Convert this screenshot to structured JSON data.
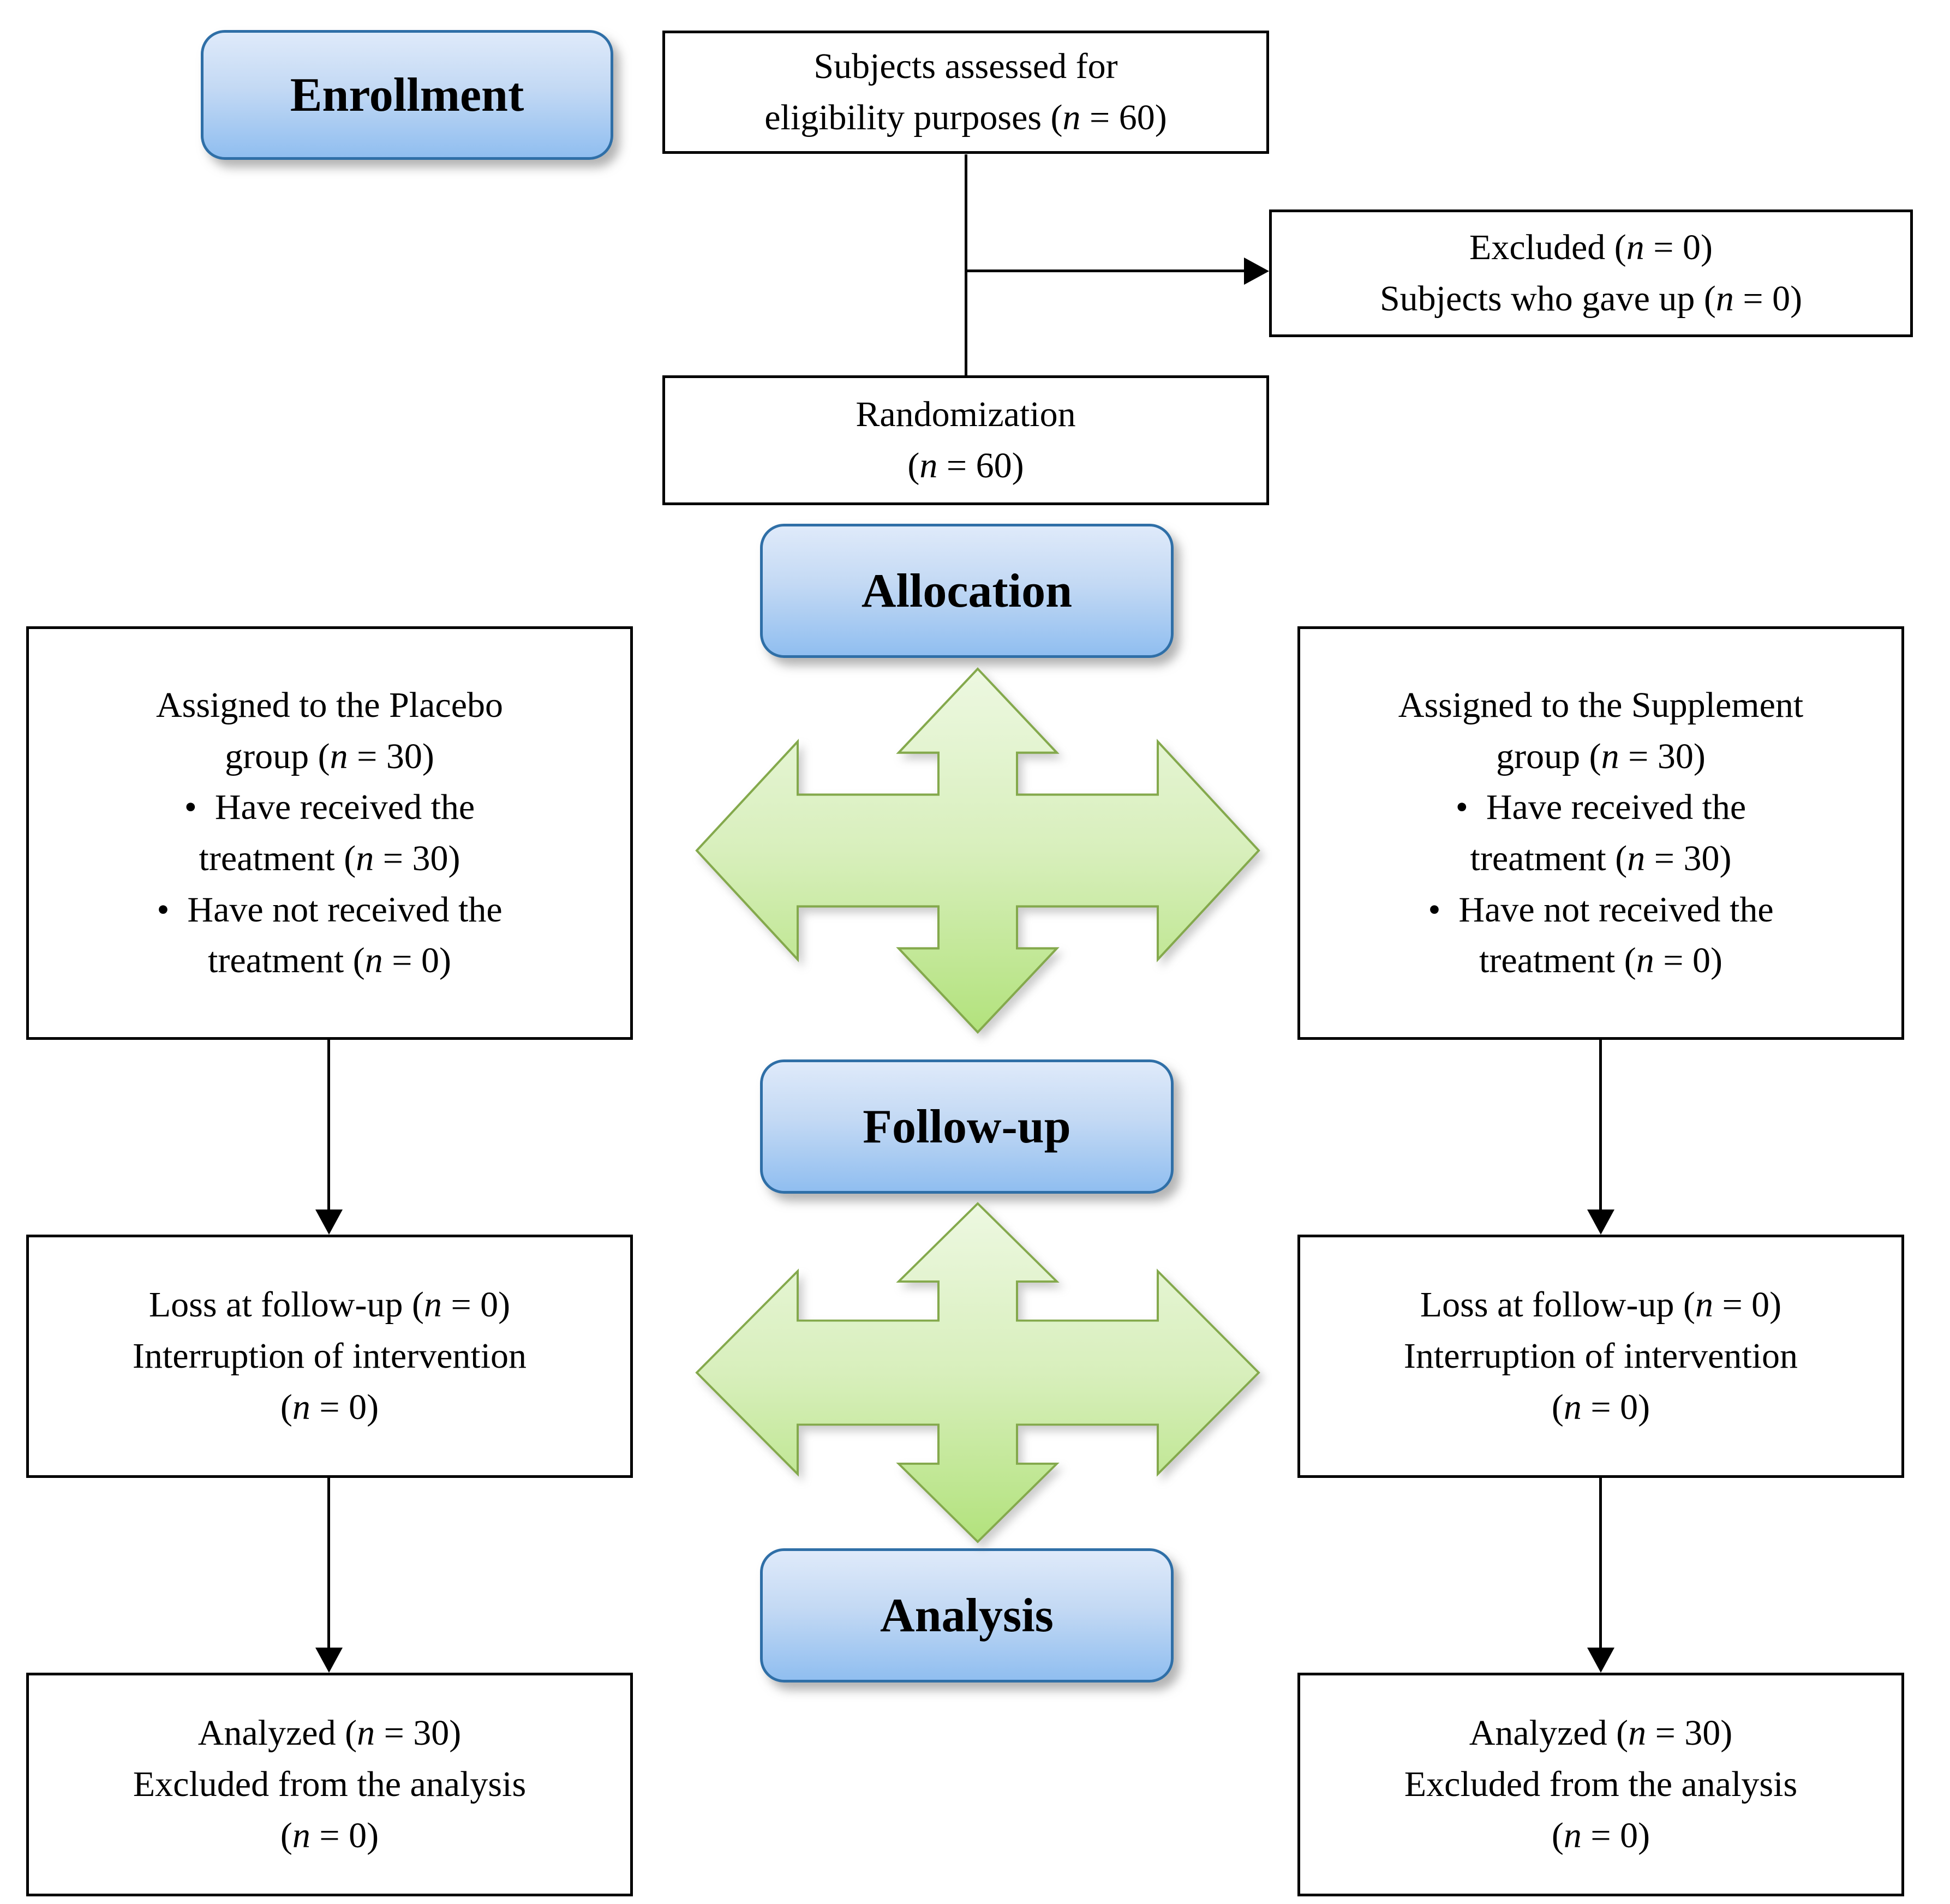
{
  "diagram": {
    "title": "CONSORT participant flow diagram",
    "stages": {
      "enrollment": "Enrollment",
      "allocation": "Allocation",
      "followup": "Follow-up",
      "analysis": "Analysis"
    },
    "boxes": {
      "eligibility": {
        "lines": [
          "Subjects assessed for",
          "eligibility purposes (n = 60)"
        ]
      },
      "excluded": {
        "lines": [
          "Excluded (n = 0)",
          "Subjects who gave up (n = 0)"
        ]
      },
      "randomization": {
        "lines": [
          "Randomization",
          "(n = 60)"
        ]
      },
      "placebo": {
        "lines": [
          "Assigned to the Placebo",
          "group (n = 30)",
          "•  Have received the",
          "treatment (n = 30)",
          "•  Have not received the",
          "treatment (n = 0)"
        ]
      },
      "supplement": {
        "lines": [
          "Assigned to the Supplement",
          "group (n = 30)",
          "•  Have received the",
          "treatment (n = 30)",
          "•  Have not received the",
          "treatment (n = 0)"
        ]
      },
      "loss_left": {
        "lines": [
          "Loss at follow-up (n = 0)",
          "Interruption of intervention",
          "(n = 0)"
        ]
      },
      "loss_right": {
        "lines": [
          "Loss at follow-up (n = 0)",
          "Interruption of intervention",
          "(n = 0)"
        ]
      },
      "analyzed_left": {
        "lines": [
          "Analyzed (n = 30)",
          "Excluded from the analysis",
          "(n = 0)"
        ]
      },
      "analyzed_right": {
        "lines": [
          "Analyzed (n = 30)",
          "Excluded from the analysis",
          "(n = 0)"
        ]
      }
    },
    "counts": {
      "assessed": 60,
      "excluded": 0,
      "gave_up": 0,
      "randomized": 60,
      "placebo_assigned": 30,
      "placebo_received": 30,
      "placebo_not_received": 0,
      "supplement_assigned": 30,
      "supplement_received": 30,
      "supplement_not_received": 0,
      "loss_followup": 0,
      "interruption": 0,
      "analyzed": 30,
      "excluded_analysis": 0
    },
    "colors": {
      "stage_border": "#2f6fa7",
      "stage_fill_top": "#dfeafa",
      "stage_fill_mid": "#c3d9f4",
      "stage_fill_bottom": "#90bef0",
      "arrow_fill_top": "#edf8e1",
      "arrow_fill_mid": "#d8efbc",
      "arrow_fill_bottom": "#b2e27c",
      "arrow_border": "#84a94c",
      "connector": "#000000"
    }
  }
}
